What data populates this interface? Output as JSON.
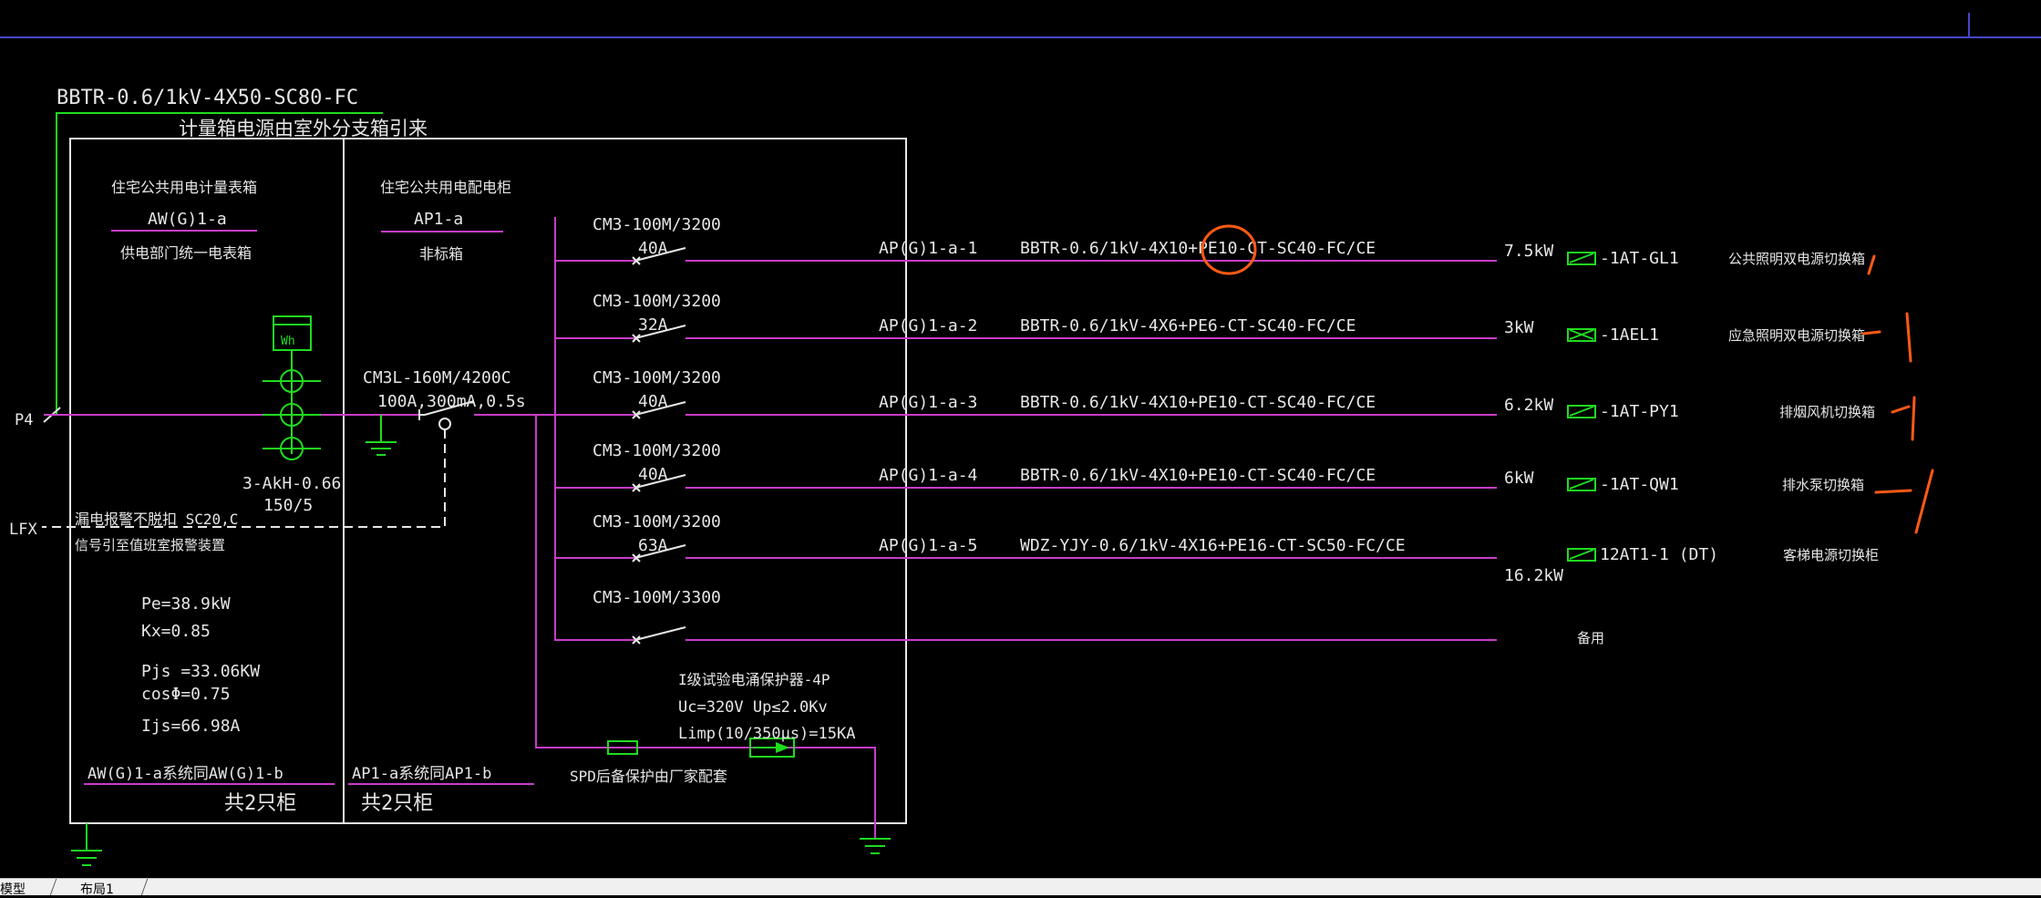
{
  "colors": {
    "background": "#000000",
    "wire": "#c83cc8",
    "frame": "#e6e6e6",
    "text": "#e6e6e6",
    "symbol": "#1fdc1f",
    "annotation": "#ff5a14",
    "ruler": "#4848c8"
  },
  "header": {
    "incoming_cable": "BBTR-0.6/1kV-4X50-SC80-FC",
    "incoming_note": "计量箱电源由室外分支箱引来"
  },
  "meter_box": {
    "title": "住宅公共用电计量表箱",
    "code": "AW(G)1-a",
    "subtitle": "供电部门统一电表箱",
    "meter_label": "Wh",
    "ct_model": "3-AkH-0.66",
    "ct_ratio": "150/5",
    "bottom_note": "AW(G)1-a系统同AW(G)1-b",
    "qty": "共2只柜"
  },
  "power_inlet": "P4",
  "lfx": {
    "label": "LFX",
    "line1": "漏电报警不脱扣 SC20,C",
    "line2": "信号引至值班室报警装置"
  },
  "load_calc": {
    "pe": "Pe=38.9kW",
    "kx": "Kx=0.85",
    "pjs": "Pjs =33.06KW",
    "cos": "cosΦ=0.75",
    "ijs": "Ijs=66.98A"
  },
  "dist_box": {
    "title": "住宅公共用电配电柜",
    "code": "AP1-a",
    "subtitle": "非标箱",
    "main_breaker": "CM3L-160M/4200C",
    "main_rating": "100A,300mA,0.5s",
    "bottom_note": "AP1-a系统同AP1-b",
    "qty": "共2只柜"
  },
  "spd": {
    "line1": "I级试验电涌保护器-4P",
    "line2": "Uc=320V  Up≤2.0Kv",
    "line3": "Limp(10/350μs)=15KA",
    "backup_note": "SPD后备保护由厂家配套"
  },
  "circuits": [
    {
      "breaker": "CM3-100M/3200",
      "rating": "40A",
      "circuit": "AP(G)1-a-1",
      "cable": "BBTR-0.6/1kV-4X10+PE10-CT-SC40-FC/CE",
      "power": "7.5kW",
      "box": "-1AT-GL1",
      "desc": "公共照明双电源切换箱"
    },
    {
      "breaker": "CM3-100M/3200",
      "rating": "32A",
      "circuit": "AP(G)1-a-2",
      "cable": "BBTR-0.6/1kV-4X6+PE6-CT-SC40-FC/CE",
      "power": "3kW",
      "box": "-1AEL1",
      "desc": "应急照明双电源切换箱"
    },
    {
      "breaker": "CM3-100M/3200",
      "rating": "40A",
      "circuit": "AP(G)1-a-3",
      "cable": "BBTR-0.6/1kV-4X10+PE10-CT-SC40-FC/CE",
      "power": "6.2kW",
      "box": "-1AT-PY1",
      "desc": "排烟风机切换箱"
    },
    {
      "breaker": "CM3-100M/3200",
      "rating": "40A",
      "circuit": "AP(G)1-a-4",
      "cable": "BBTR-0.6/1kV-4X10+PE10-CT-SC40-FC/CE",
      "power": "6kW",
      "box": "-1AT-QW1",
      "desc": "排水泵切换箱"
    },
    {
      "breaker": "CM3-100M/3200",
      "rating": "63A",
      "circuit": "AP(G)1-a-5",
      "cable": "WDZ-YJY-0.6/1kV-4X16+PE16-CT-SC50-FC/CE",
      "power": "16.2kW",
      "box": "12AT1-1 (DT)",
      "desc": "客梯电源切换柜"
    },
    {
      "breaker": "CM3-100M/3300",
      "rating": "",
      "circuit": "",
      "cable": "",
      "power": "",
      "box": "",
      "desc": "备用"
    }
  ],
  "tabs": [
    "模型",
    "布局1"
  ]
}
